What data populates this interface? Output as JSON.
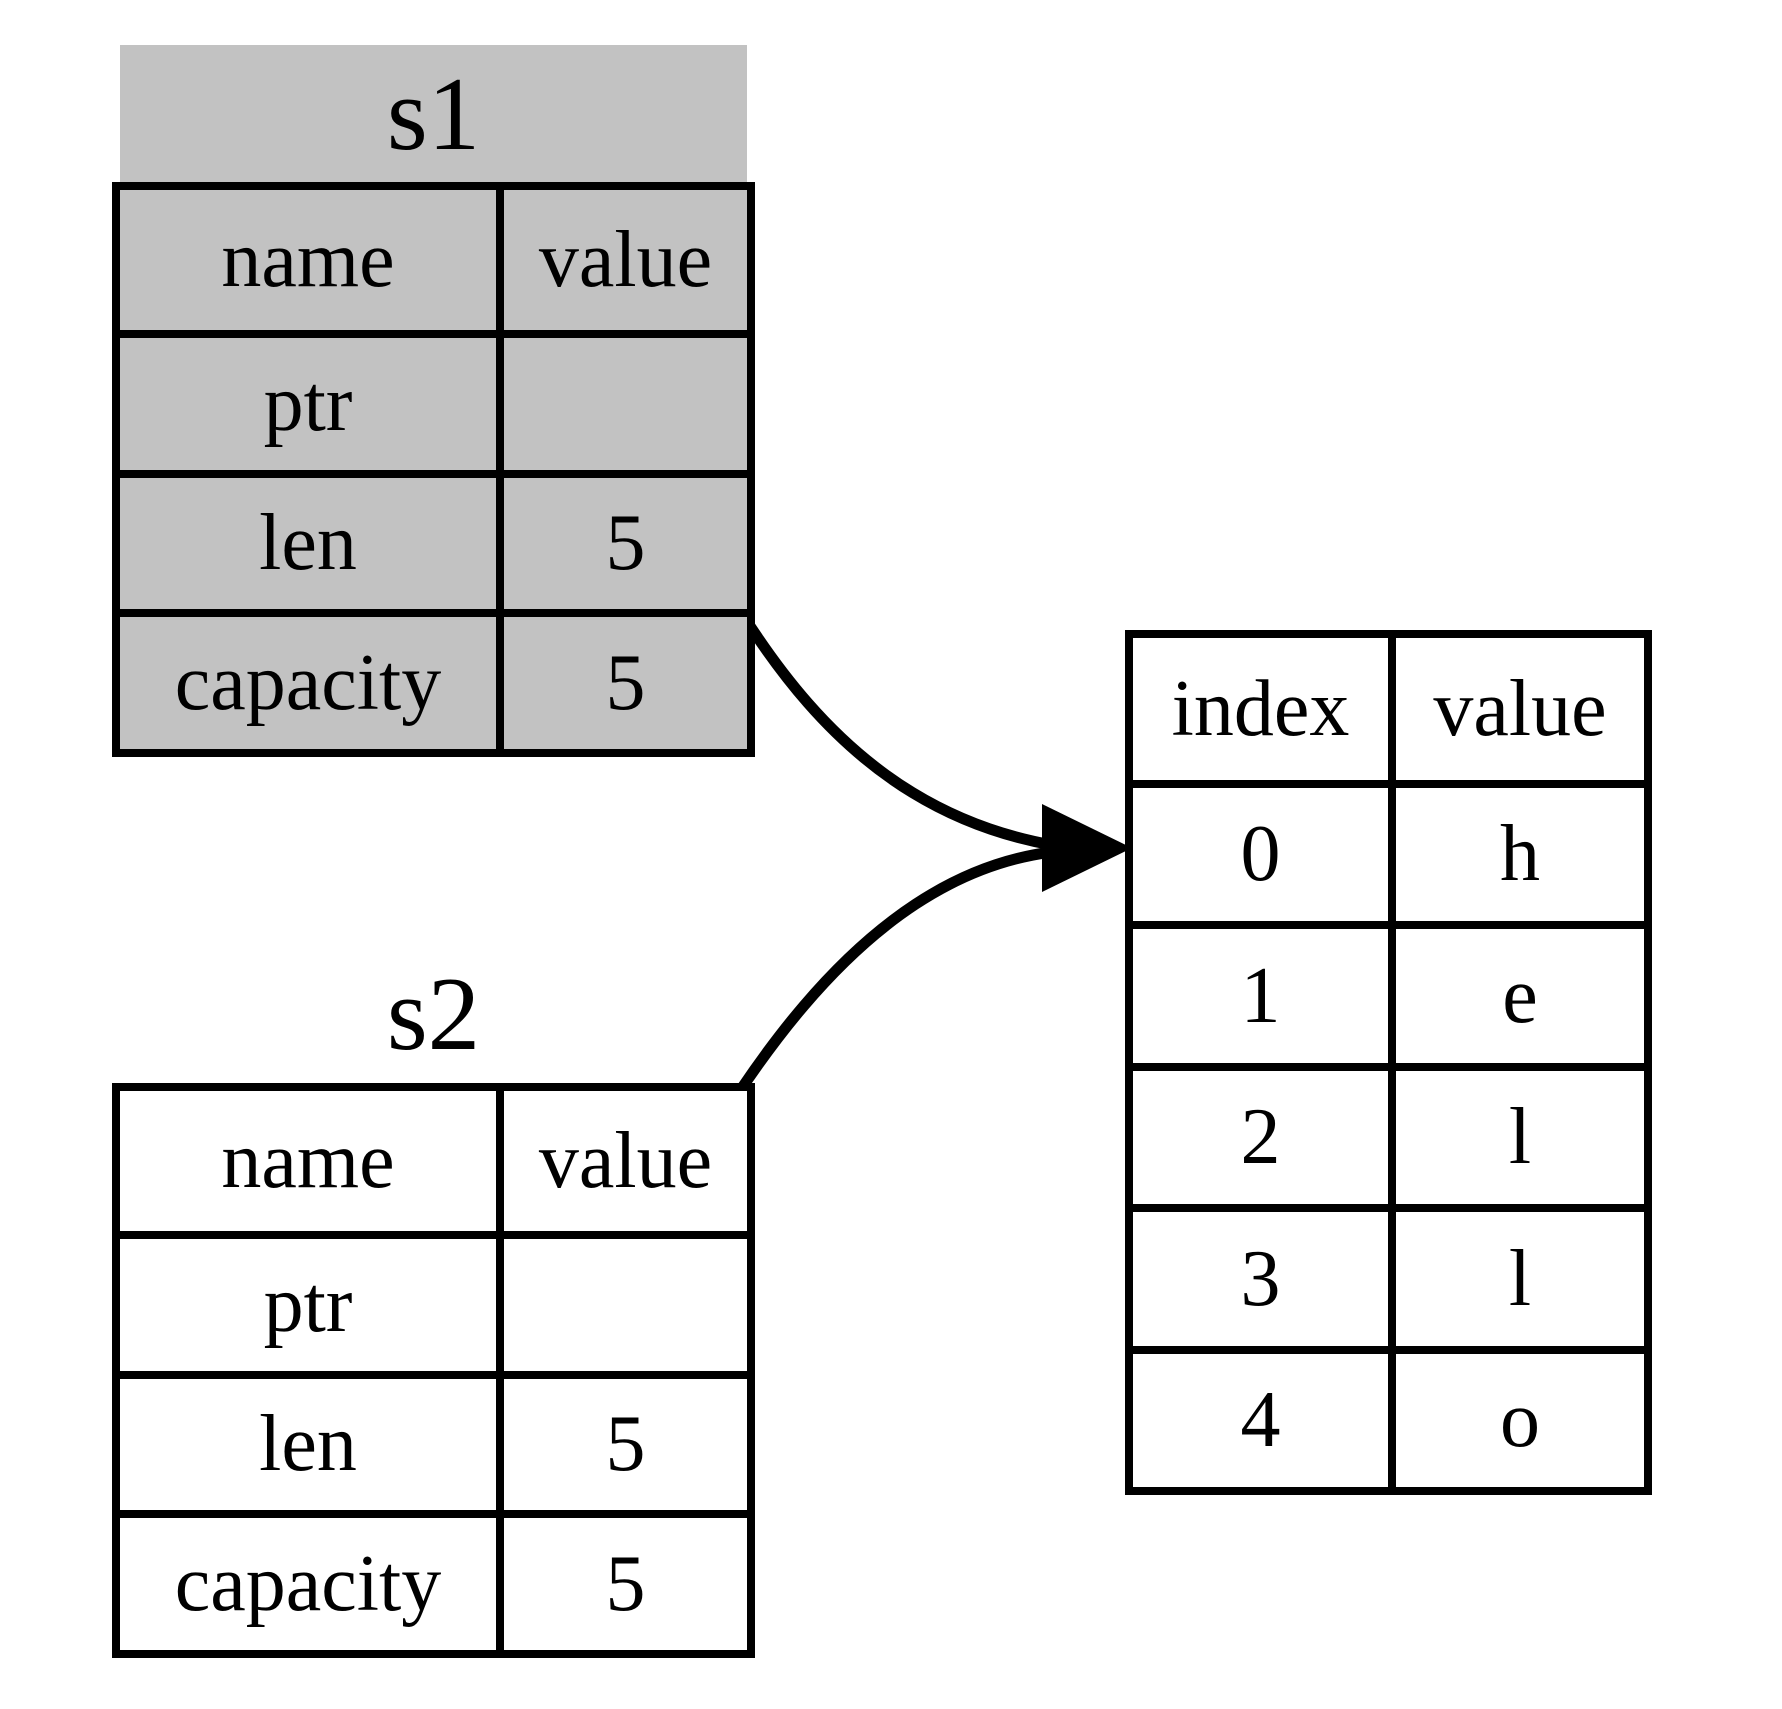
{
  "colors": {
    "struct_fill": "#c2c2c2",
    "heap_fill": "#ffffff",
    "line": "#000000"
  },
  "s1": {
    "title": "s1",
    "col_headers": {
      "name": "name",
      "value": "value"
    },
    "rows": [
      {
        "name": "ptr",
        "value": ""
      },
      {
        "name": "len",
        "value": "5"
      },
      {
        "name": "capacity",
        "value": "5"
      }
    ]
  },
  "s2": {
    "title": "s2",
    "col_headers": {
      "name": "name",
      "value": "value"
    },
    "rows": [
      {
        "name": "ptr",
        "value": ""
      },
      {
        "name": "len",
        "value": "5"
      },
      {
        "name": "capacity",
        "value": "5"
      }
    ]
  },
  "heap": {
    "col_headers": {
      "index": "index",
      "value": "value"
    },
    "rows": [
      {
        "index": "0",
        "value": "h"
      },
      {
        "index": "1",
        "value": "e"
      },
      {
        "index": "2",
        "value": "l"
      },
      {
        "index": "3",
        "value": "l"
      },
      {
        "index": "4",
        "value": "o"
      }
    ]
  },
  "arrows": [
    {
      "from": "s1.ptr",
      "to": "heap.index-0"
    },
    {
      "from": "s2.ptr",
      "to": "heap.index-0"
    }
  ]
}
